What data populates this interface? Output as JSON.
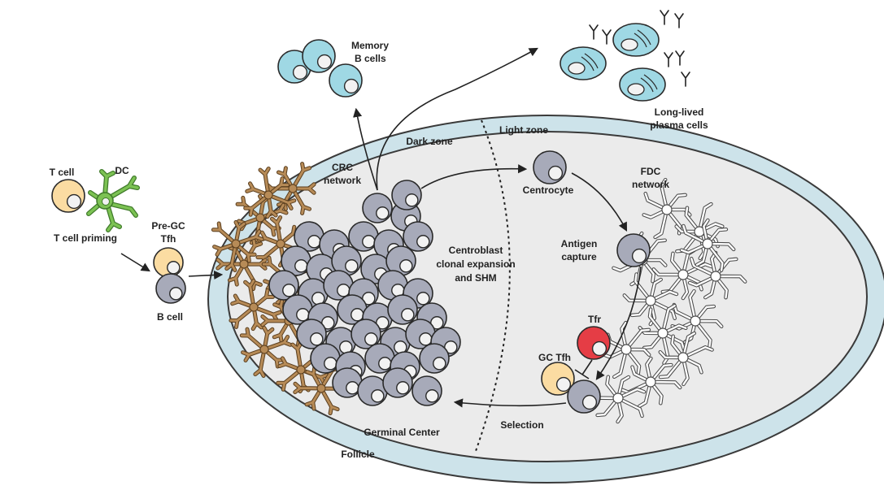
{
  "labels": {
    "memory_b": [
      "Memory",
      "B cells"
    ],
    "plasma": [
      "Long-lived",
      "plasma cells"
    ],
    "dark_zone": "Dark zone",
    "light_zone": "Light zone",
    "crc": [
      "CRC",
      "network"
    ],
    "centrocyte": "Centrocyte",
    "fdc": [
      "FDC",
      "network"
    ],
    "centroblast": [
      "Centroblast",
      "clonal expansion",
      "and SHM"
    ],
    "antigen": [
      "Antigen",
      "capture"
    ],
    "tfr": "Tfr",
    "gc_tfh": "GC Tfh",
    "selection": "Selection",
    "germinal_center": "Germinal Center",
    "follicle": "Follicle",
    "t_cell": "T cell",
    "dc": "DC",
    "t_cell_priming": "T cell priming",
    "pre_gc_tfh": [
      "Pre-GC",
      "Tfh"
    ],
    "b_cell": "B cell"
  },
  "colors": {
    "follicle_fill": "#cde3ea",
    "gc_fill": "#ebebeb",
    "b_cell": "#a7aab9",
    "tfh": "#fbdca2",
    "tfr": "#e53d45",
    "memory_plasma": "#9fd8e4",
    "dc": "#7cc253",
    "crc": "#b78b57",
    "fdc": "#ffffff",
    "nucleus": "#f2f2f2"
  }
}
